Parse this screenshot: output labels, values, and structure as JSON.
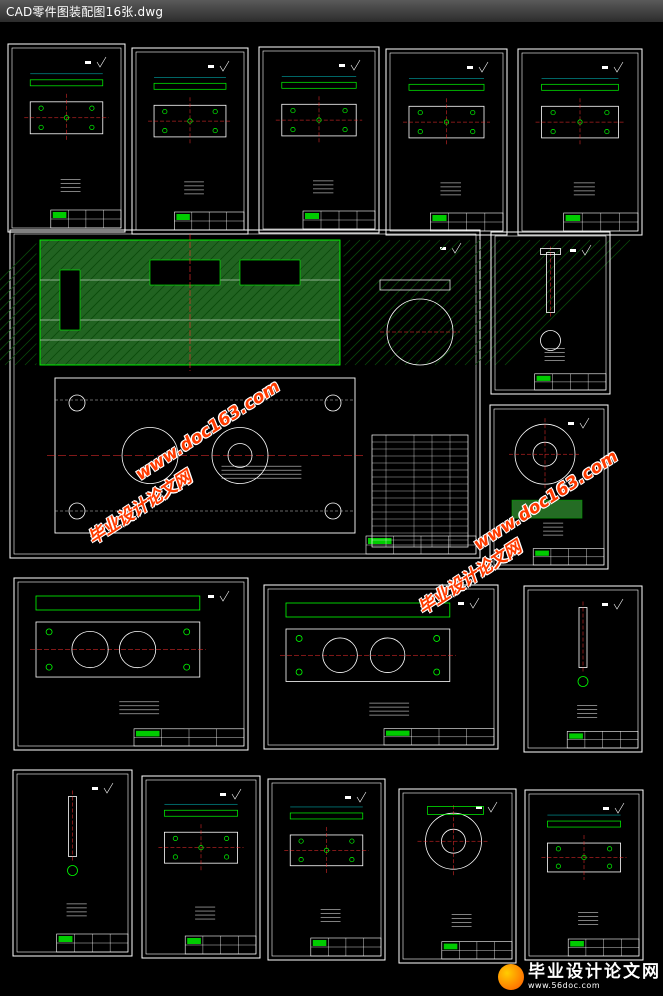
{
  "window": {
    "title": "CAD零件图装配图16张.dwg"
  },
  "watermarks": {
    "site": "www.doc163.com",
    "cn": "毕业设计论文网"
  },
  "footer_logo": {
    "title": "毕业设计论文网",
    "url": "www.56doc.com"
  },
  "colors": {
    "background": "#000000",
    "frame": "#ffffff",
    "line": "#00ff00",
    "center": "#ff3030",
    "dim": "#00ffff",
    "hatch": "#3cb43c",
    "watermark": "#ff3b00"
  }
}
